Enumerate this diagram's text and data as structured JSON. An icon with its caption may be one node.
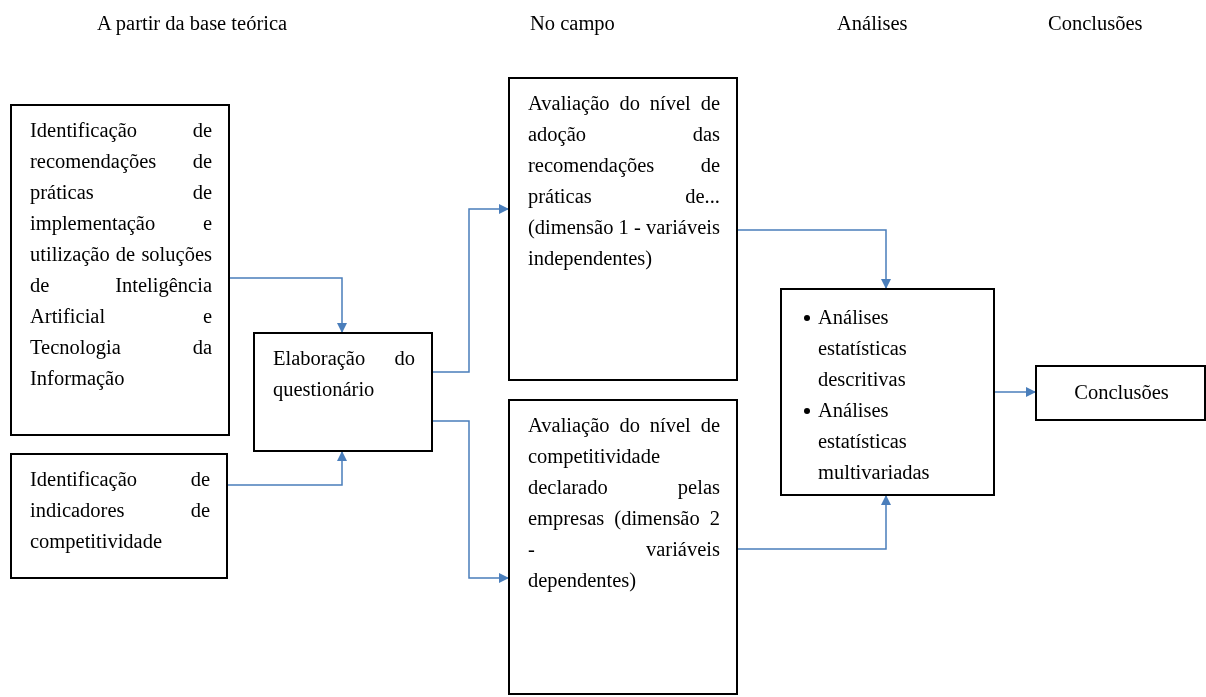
{
  "diagram": {
    "nodes": [
      {
        "text": [
          "Identificação de recomendações de práticas de implementação e utilização de soluções de Inteligência Artificial e Tecnologia da Informação"
        ]
      },
      {
        "text": [
          "Identificação de indicadores de competitividade"
        ]
      },
      {
        "text": [
          "Elaboração do questionário"
        ]
      },
      {
        "text": [
          "Avaliação do nível de adoção das recomendações de práticas de... (dimensão 1 - variáveis independentes)"
        ]
      },
      {
        "text": [
          "Avaliação do nível de competitividade declarado pelas empresas (dimensão 2 - variáveis dependentes)"
        ]
      },
      {
        "text": [
          "Análises estatísticas descritivas",
          "Análises estatísticas multivariadas"
        ]
      },
      {
        "text": [
          "Conclusões"
        ]
      }
    ],
    "edges": [
      {
        "from": 0,
        "to": 2,
        "arrow": "to"
      },
      {
        "from": 1,
        "to": 2,
        "arrow": "to"
      },
      {
        "from": 2,
        "to": 3,
        "arrow": "to"
      },
      {
        "from": 2,
        "to": 4,
        "arrow": "to"
      },
      {
        "from": 3,
        "to": 5,
        "arrow": "to"
      },
      {
        "from": 4,
        "to": 5,
        "arrow": "to"
      },
      {
        "from": 5,
        "to": 6,
        "arrow": "to"
      }
    ],
    "labels": [
      "A partir da base teórica",
      "No campo",
      "Análises",
      "Conclusões"
    ]
  }
}
